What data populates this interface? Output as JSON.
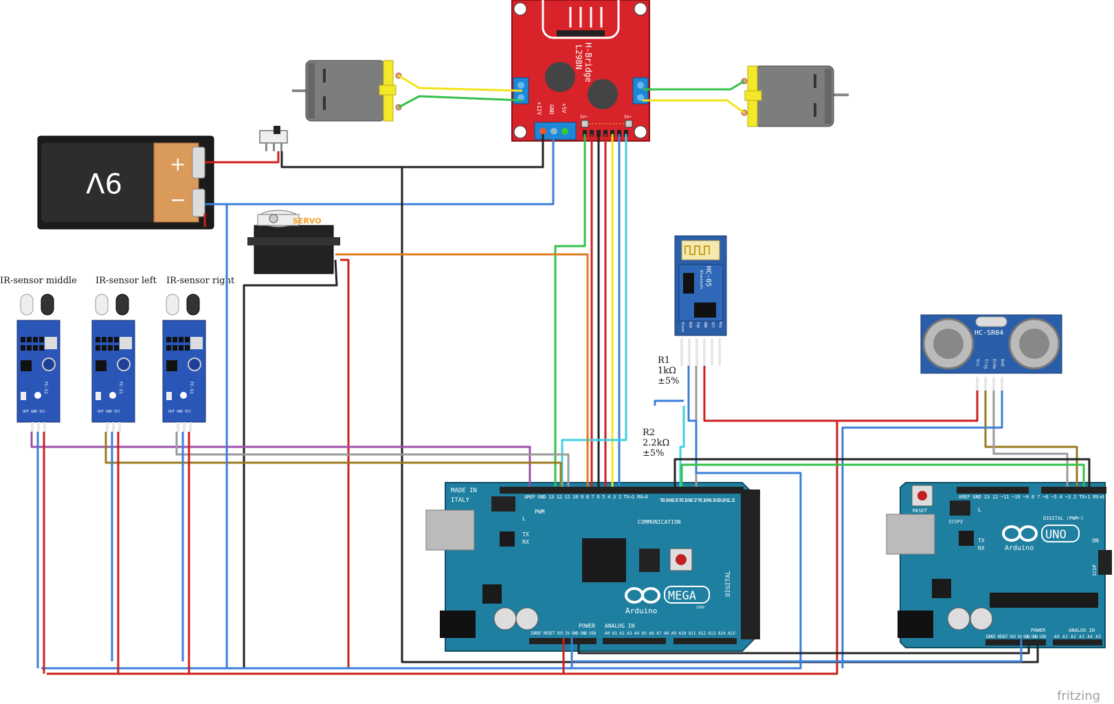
{
  "components": {
    "hbridge": {
      "title_line1": "L298N",
      "title_line2": "H-Bridge",
      "pin_12v": "+12V",
      "pin_gnd": "GND",
      "pin_5v": "+5V",
      "pin_5v_a": "5V+",
      "pin_5v_b": "5V+"
    },
    "battery": {
      "voltage": "9V",
      "plus": "+",
      "minus": "−"
    },
    "servo": {
      "label": "SERVO"
    },
    "bluetooth": {
      "model": "HC-05",
      "sub": "Bluetooth",
      "pins": [
        "State",
        "RXD",
        "TXD",
        "GND",
        "VCC",
        "Key"
      ]
    },
    "ultrasonic": {
      "model": "HC-SR04",
      "pins": [
        "Vcc",
        "Trig",
        "Echo",
        "Gnd"
      ]
    },
    "ir_sensors": [
      {
        "label": "IR-sensor middle",
        "model": "FC-51",
        "pins": "OUT GND VCC"
      },
      {
        "label": "IR-sensor left",
        "model": "FC-51",
        "pins": "OUT GND VCC"
      },
      {
        "label": "IR-sensor right",
        "model": "FC-51",
        "pins": "OUT GND VCC"
      }
    ],
    "r1": {
      "name": "R1",
      "value": "1kΩ",
      "tolerance": "±5%"
    },
    "r2": {
      "name": "R2",
      "value": "2.2kΩ",
      "tolerance": "±5%"
    },
    "mega": {
      "made_in": "MADE IN",
      "italy": "ITALY",
      "model": "MEGA",
      "brand": "Arduino",
      "pwm": "PWM",
      "communication": "COMMUNICATION",
      "power": "POWER",
      "analog_in": "ANALOG IN",
      "digital": "DIGITAL",
      "tx": "TX",
      "rx": "RX",
      "l": "L",
      "chip": "2560",
      "power_pins": "IOREF RESET 3V3 5V GND GND VIN",
      "analog_pins": "A0 A1 A2 A3 A4 A5 A6 A7 A8 A9 A10 A11 A12 A13 A14 A15",
      "pwm_pins": "AREF GND 13 12 11 10 9 8 7 6 5 4 3 2 TX→1 RX←0",
      "comm_pins": "TX3 14 RX3 15 TX2 16 RX2 17 TX1 18 RX1 19 SDA 20 SCL 21"
    },
    "uno": {
      "model": "UNO",
      "brand": "Arduino",
      "reset": "RESET",
      "icsp": "ICSP",
      "icsp2": "ICSP2",
      "digital": "DIGITAL (PWM~)",
      "power": "POWER",
      "analog_in": "ANALOG IN",
      "tx": "TX",
      "rx": "RX",
      "l": "L",
      "on": "ON",
      "power_pins": "IOREF RESET 3V3 5V GND GND VIN",
      "analog_pins": "A0 A1 A2 A3 A4 A5",
      "digital_pins": "AREF GND 13 12 ~11 ~10 ~9 8 7 ~6 ~5 4 ~3 2 TX▸1 RX◂0"
    }
  },
  "watermark": "fritzing",
  "colors": {
    "wire_red": "#cc1f1f",
    "wire_black": "#222222",
    "wire_blue": "#3b7fd9",
    "wire_green": "#33c14a",
    "wire_yellow": "#f2e318",
    "wire_orange": "#e07a1f",
    "wire_purple": "#9b4fa8",
    "wire_brown": "#9a7a1c",
    "wire_gray": "#9a9a9a",
    "wire_cyan": "#3fd0e0",
    "board_teal": "#1f7fa0",
    "hbridge_red": "#d8232a",
    "ir_blue": "#2a56b8",
    "sensor_blue": "#2b5ea8"
  }
}
